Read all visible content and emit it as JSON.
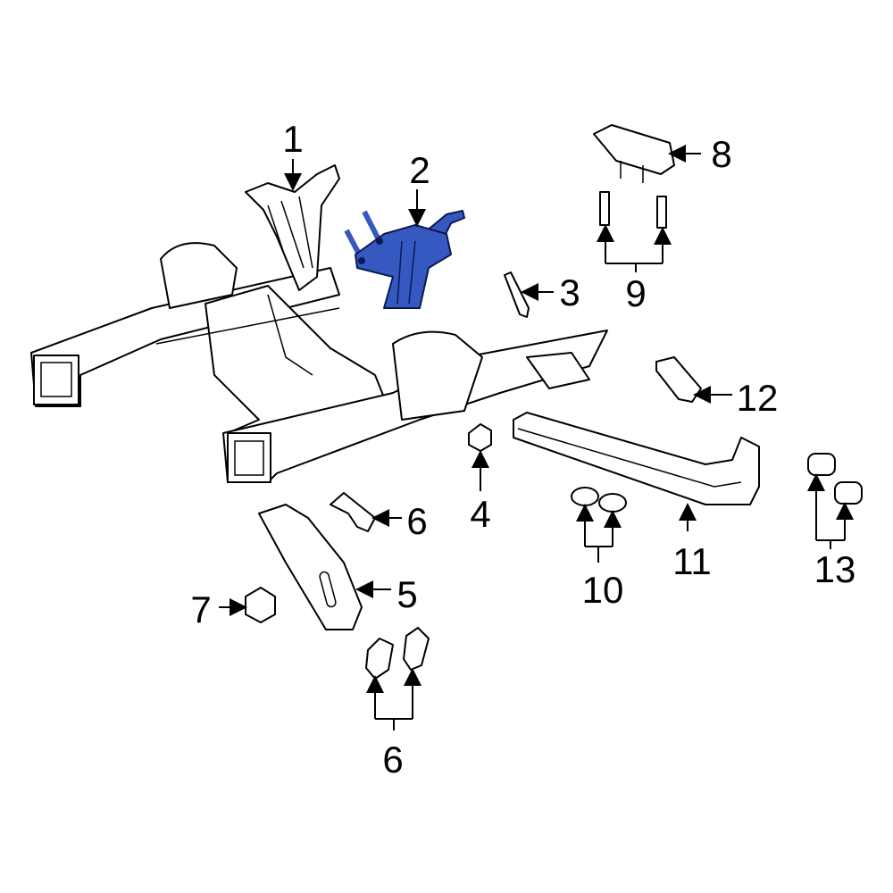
{
  "diagram": {
    "highlight_color": "#3559c0",
    "callouts": [
      "1",
      "2",
      "3",
      "4",
      "5",
      "6",
      "6",
      "7",
      "8",
      "9",
      "10",
      "11",
      "12",
      "13"
    ]
  }
}
